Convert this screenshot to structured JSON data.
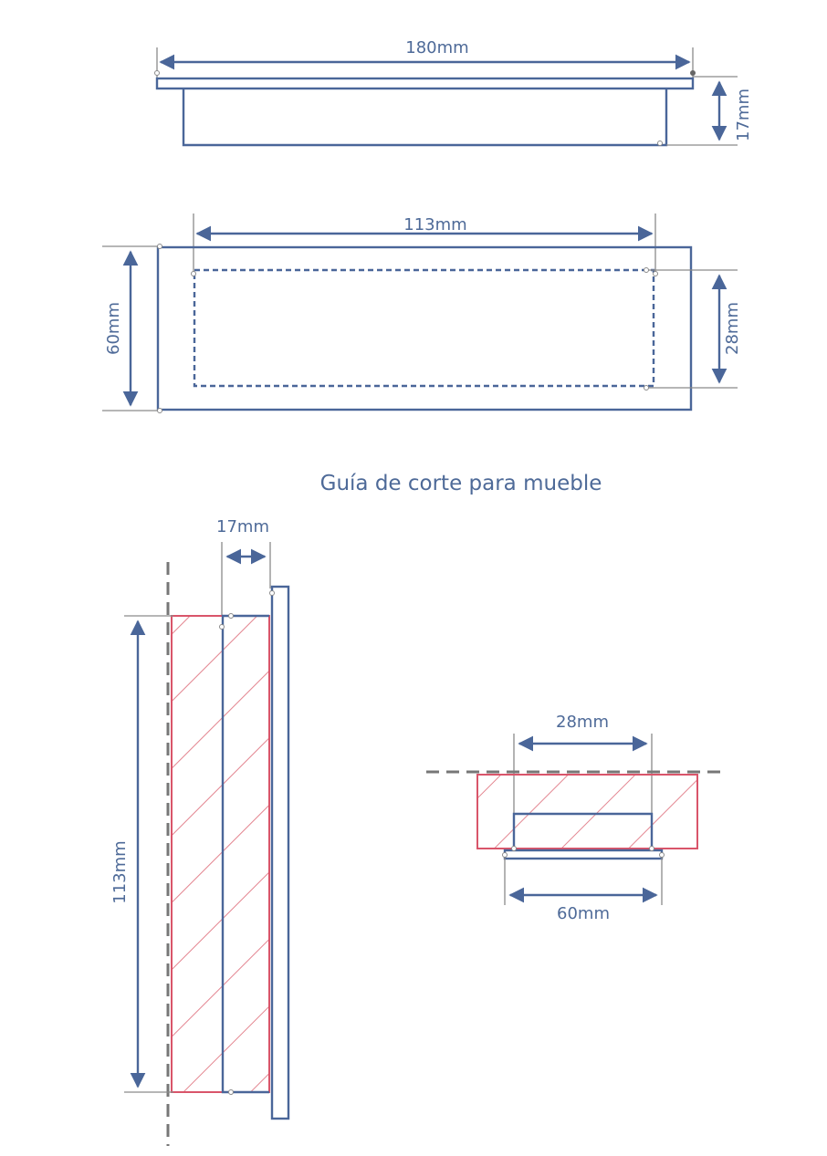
{
  "colors": {
    "line": "#4a6699",
    "guide": "#8a8a8a",
    "cut": "#d9556a",
    "text": "#4e6a98"
  },
  "top_view": {
    "width_label": "180mm",
    "height_label": "17mm"
  },
  "front_view": {
    "inner_width_label": "113mm",
    "height_label": "60mm",
    "inner_height_label": "28mm"
  },
  "cut_guide": {
    "title": "Guía de corte para mueble",
    "side_depth_label": "17mm",
    "side_length_label": "113mm",
    "section_inner_label": "28mm",
    "section_outer_label": "60mm"
  }
}
